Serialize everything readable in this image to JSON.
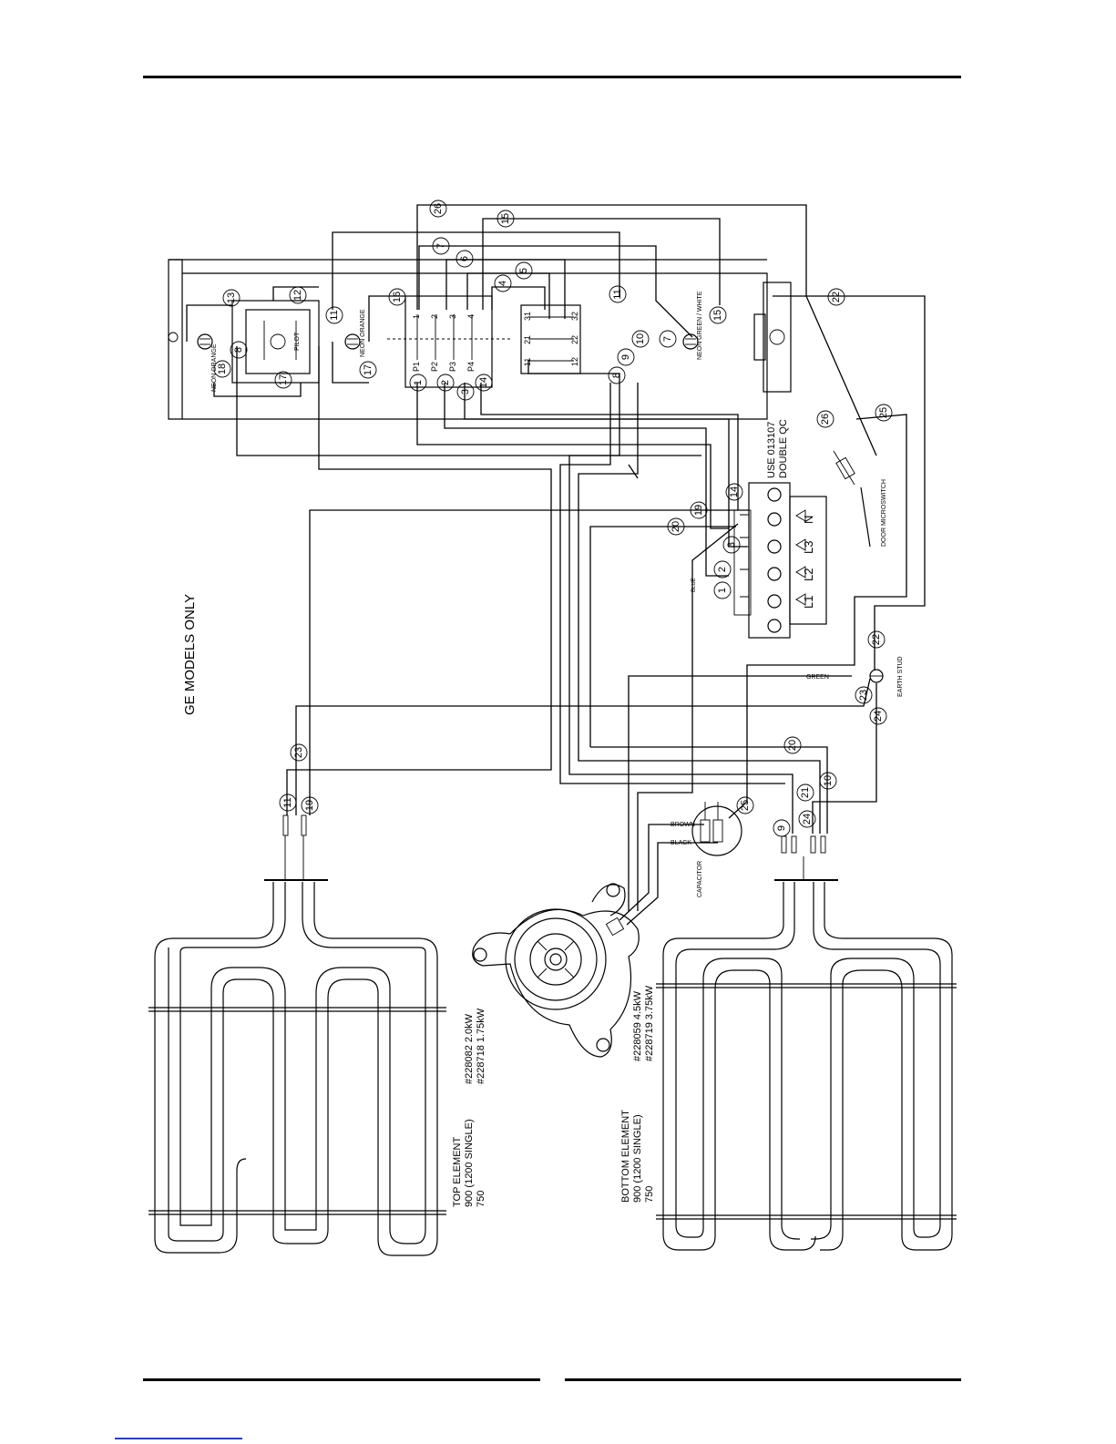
{
  "page": {
    "header_rule": true,
    "footer_rules": 2
  },
  "diagram": {
    "title": "GE MODELS ONLY",
    "top_element": {
      "label_1": "TOP ELEMENT",
      "label_2": "900 (1200 SINGLE)",
      "label_3": "750",
      "part_1": "#228082 2.0kW",
      "part_2": "#228718 1.75kW"
    },
    "bottom_element": {
      "label_1": "BOTTOM ELEMENT",
      "label_2": "900 (1200 SINGLE)",
      "label_3": "750",
      "part_1": "#228059 4.5kW",
      "part_2": "#228719 3.75kW"
    },
    "capacitor": "CAPACITOR",
    "wire_brown": "BROWN",
    "wire_black": "BLACK",
    "wire_blue": "BLUE",
    "wire_green": "GREEN",
    "earth_stud": "EARTH STUD",
    "door_microswitch": "DOOR MICROSWITCH",
    "terminal_note_1": "USE 013107",
    "terminal_note_2": "DOUBLE QC",
    "terminals": [
      "L1",
      "L2",
      "L3",
      "N"
    ],
    "neon_orange_1": "NEON ORANGE",
    "neon_orange_2": "NEON ORANGE",
    "neon_green_white": "NEON GREEN / WHITE",
    "pilot": "PILOT",
    "switch_labels": [
      "P1",
      "P2",
      "P3",
      "P4"
    ],
    "switch_top": [
      "1",
      "2",
      "3",
      "4"
    ],
    "contact_labels": [
      "11",
      "21",
      "31",
      "12",
      "22",
      "32"
    ],
    "wire_numbers": [
      "1",
      "2",
      "3",
      "4",
      "5",
      "6",
      "7",
      "8",
      "9",
      "10",
      "11",
      "12",
      "13",
      "14",
      "15",
      "16",
      "17",
      "18",
      "19",
      "20",
      "21",
      "22",
      "23",
      "24",
      "25",
      "26"
    ]
  }
}
